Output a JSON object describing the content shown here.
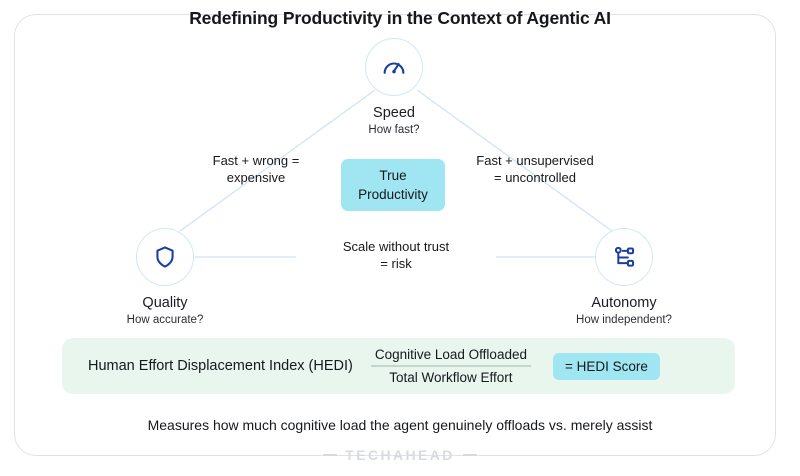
{
  "header": {
    "title": "Redefining Productivity in the Context of Agentic AI"
  },
  "nodes": [
    {
      "key": "speed",
      "icon": "speedometer-icon",
      "title": "Speed",
      "subtitle": "How fast?"
    },
    {
      "key": "quality",
      "icon": "shield-icon",
      "title": "Quality",
      "subtitle": "How accurate?"
    },
    {
      "key": "autonomy",
      "icon": "workflow-nodes-icon",
      "title": "Autonomy",
      "subtitle": "How independent?"
    }
  ],
  "edges": {
    "left": {
      "line1": "Fast + wrong =",
      "line2": "expensive"
    },
    "right": {
      "line1": "Fast + unsupervised",
      "line2": "= uncontrolled"
    },
    "bottom": {
      "line1": "Scale without trust",
      "line2": "= risk"
    }
  },
  "center": {
    "line1": "True",
    "line2": "Productivity"
  },
  "hedi": {
    "name": "Human Effort Displacement Index (HEDI)",
    "numerator": "Cognitive Load Offloaded",
    "denominator": "Total Workflow Effort",
    "badge": "= HEDI Score"
  },
  "footnote": "Measures how much cognitive load the agent genuinely offloads vs. merely assist",
  "watermark": {
    "text": "TECHAHEAD"
  },
  "colors": {
    "card_border": "#dfe3e8",
    "node_ring": "#cfe9f7",
    "icon": "#1b3f9e",
    "connector": "#cfe4f5",
    "center_chip": "#9fe5f2",
    "hedi_bar": "#e8f6ee",
    "hedi_badge": "#9fe5f2",
    "text": "#15181c",
    "watermark": "#d7dbe0"
  }
}
